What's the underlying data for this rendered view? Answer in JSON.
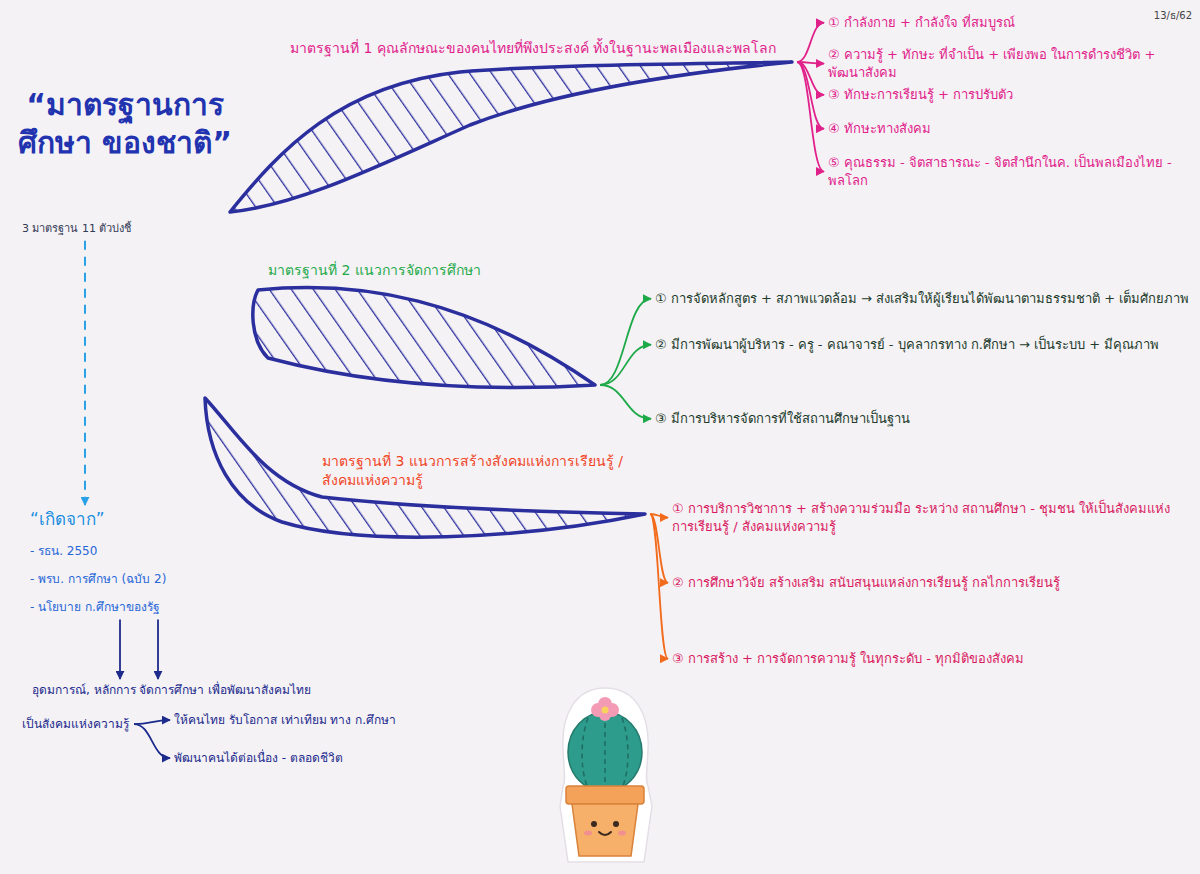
{
  "diagram": {
    "title": "“มาตรฐานการศึกษา ของชาติ”",
    "nodes": [
      {
        "text": [
          "มาตรฐานที่ 1 คุณลักษณะของคนไทยที่พึงประสงค์ ทั้งในฐานะพลเมืองและพลโลก"
        ]
      },
      {
        "text": [
          "① กำลังกาย + กำลังใจ ที่สมบูรณ์"
        ]
      },
      {
        "text": [
          "② ความรู้ + ทักษะ ที่จำเป็น + เพียงพอ ในการดำรงชีวิต + พัฒนาสังคม"
        ]
      },
      {
        "text": [
          "③ ทักษะการเรียนรู้ + การปรับตัว"
        ]
      },
      {
        "text": [
          "④ ทักษะทางสังคม"
        ]
      },
      {
        "text": [
          "⑤ คุณธรรม - จิตสาธารณะ - จิตสำนึกในค. เป็นพลเมืองไทย - พลโลก"
        ]
      },
      {
        "text": [
          "มาตรฐานที่ 2 แนวการจัดการศึกษา"
        ]
      },
      {
        "text": [
          "① การจัดหลักสูตร + สภาพแวดล้อม → ส่งเสริมให้ผู้เรียนได้พัฒนาตามธรรมชาติ + เต็มศักยภาพ"
        ]
      },
      {
        "text": [
          "② มีการพัฒนาผู้บริหาร - ครู - คณาจารย์ - บุคลากรทาง ก.ศึกษา → เป็นระบบ + มีคุณภาพ"
        ]
      },
      {
        "text": [
          "③ มีการบริหารจัดการที่ใช้สถานศึกษาเป็นฐาน"
        ]
      },
      {
        "text": [
          "มาตรฐานที่ 3 แนวการสร้างสังคมแห่งการเรียนรู้ / สังคมแห่งความรู้"
        ]
      },
      {
        "text": [
          "① การบริการวิชาการ + สร้างความร่วมมือ ระหว่าง สถานศึกษา - ชุมชน ให้เป็นสังคมแห่งการเรียนรู้ / สังคมแห่งความรู้"
        ]
      },
      {
        "text": [
          "② การศึกษาวิจัย สร้างเสริม สนับสนุนแหล่งการเรียนรู้ กลไกการเรียนรู้"
        ]
      },
      {
        "text": [
          "③ การสร้าง + การจัดการความรู้ ในทุกระดับ - ทุกมิติของสังคม"
        ]
      },
      {
        "text": [
          "3 มาตรฐาน 11 ตัวบ่งชี้"
        ]
      },
      {
        "text": [
          "“เกิดจาก”",
          "- รธน. 2550",
          "- พรบ. การศึกษา (ฉบับ 2)",
          "- นโยบาย ก.ศึกษาของรัฐ"
        ]
      },
      {
        "text": [
          "อุดมการณ์, หลักการ จัดการศึกษา เพื่อพัฒนาสังคมไทย"
        ]
      },
      {
        "text": [
          "เป็นสังคมแห่งความรู้"
        ]
      },
      {
        "text": [
          "ให้คนไทย รับโอกาส เท่าเทียม ทาง ก.ศึกษา"
        ]
      },
      {
        "text": [
          "พัฒนาคนได้ต่อเนื่อง - ตลอดชีวิต"
        ]
      }
    ],
    "edges": [
      {
        "from": 0,
        "to": 1,
        "arrow": "to"
      },
      {
        "from": 0,
        "to": 2,
        "arrow": "to"
      },
      {
        "from": 0,
        "to": 3,
        "arrow": "to"
      },
      {
        "from": 0,
        "to": 4,
        "arrow": "to"
      },
      {
        "from": 0,
        "to": 5,
        "arrow": "to"
      },
      {
        "from": 6,
        "to": 7,
        "arrow": "to"
      },
      {
        "from": 6,
        "to": 8,
        "arrow": "to"
      },
      {
        "from": 6,
        "to": 9,
        "arrow": "to"
      },
      {
        "from": 10,
        "to": 11,
        "arrow": "to"
      },
      {
        "from": 10,
        "to": 12,
        "arrow": "to"
      },
      {
        "from": 10,
        "to": 13,
        "arrow": "to"
      },
      {
        "from": 14,
        "to": 15,
        "arrow": "to"
      },
      {
        "from": 15,
        "to": 16,
        "arrow": "to"
      },
      {
        "from": 15,
        "to": 16,
        "arrow": "to"
      },
      {
        "from": 17,
        "to": 18,
        "arrow": "to"
      },
      {
        "from": 17,
        "to": 19,
        "arrow": "to"
      }
    ],
    "labels": [
      "13/ธ/62"
    ]
  }
}
